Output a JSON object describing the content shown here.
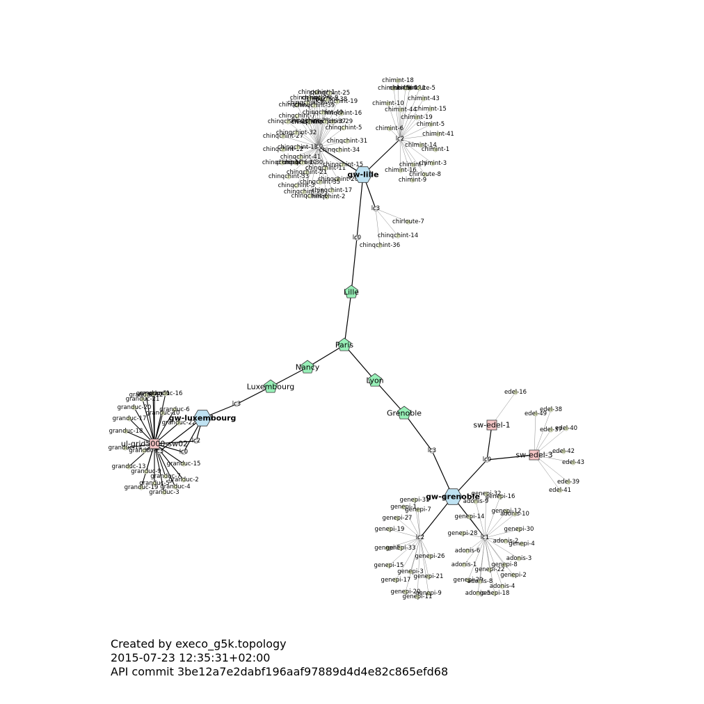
{
  "footer": {
    "line1": "Created by execo_g5k.topology",
    "line2": "2015-07-23 12:35:31+02:00",
    "line3": "API commit 3be12a7e2dabf196aaf97889d4d4e82c865efd68"
  },
  "colors": {
    "renater": "#98f0b8",
    "gateway": "#bfe2f2",
    "switch": "#f5c6c6",
    "node": "#eef6cc",
    "stroke": "#333333"
  },
  "node_types": {
    "renater": "pentagon",
    "gateway": "hexagon",
    "switch": "square",
    "linecard": "circle",
    "node": "circle"
  },
  "renater": [
    "Lille",
    "Paris",
    "Nancy",
    "Luxembourg",
    "Lyon",
    "Grenoble"
  ],
  "gateways": [
    "gw-lille",
    "gw-luxembourg",
    "gw-grenoble"
  ],
  "switches": [
    "sw-edel-1",
    "sw-edel-3",
    "ul-grid5000-sw02"
  ],
  "linecards": [
    "lc0",
    "lc2",
    "lc3",
    "lc0",
    "lc2",
    "lc3",
    "lc0",
    "lc3",
    "lc0",
    "lc1",
    "lc2",
    "lc3"
  ],
  "nodes": {
    "chinqchint": [
      "chinqchint-1",
      "chinqchint-2",
      "chinqchint-3",
      "chinqchint-4",
      "chinqchint-5",
      "chinqchint-6",
      "chinqchint-7",
      "chinqchint-8",
      "chinqchint-9",
      "chinqchint-10",
      "chinqchint-11",
      "chinqchint-12",
      "chinqchint-13",
      "chinqchint-14",
      "chinqchint-15",
      "chinqchint-16",
      "chinqchint-17",
      "chinqchint-18",
      "chinqchint-19",
      "chinqchint-20",
      "chinqchint-21",
      "chinqchint-22",
      "chinqchint-23",
      "chinqchint-24",
      "chinqchint-25",
      "chinqchint-26",
      "chinqchint-27",
      "chinqchint-28",
      "chinqchint-29",
      "chinqchint-30",
      "chinqchint-31",
      "chinqchint-32",
      "chinqchint-33",
      "chinqchint-34",
      "chinqchint-35",
      "chinqchint-36",
      "chinqchint-37",
      "chinqchint-38",
      "chinqchint-39",
      "chinqchint-40",
      "chinqchint-41"
    ],
    "chimint": [
      "chimint-1",
      "chimint-3",
      "chimint-5",
      "chimint-6",
      "chimint-7",
      "chimint-9",
      "chimint-10",
      "chimint-11",
      "chimint-14",
      "chimint-15",
      "chimint-16",
      "chimint-18",
      "chimint-19",
      "chimint-41",
      "chimint-43",
      "chimint-44",
      "chimint-45",
      "chimint-46"
    ],
    "chirloute": [
      "chirloute-5",
      "chirloute-7",
      "chirloute-8"
    ],
    "granduc": [
      "granduc-1",
      "granduc-2",
      "granduc-3",
      "granduc-4",
      "granduc-5",
      "granduc-6",
      "granduc-7",
      "granduc-8",
      "granduc-9",
      "granduc-10",
      "granduc-11",
      "granduc-12",
      "granduc-13",
      "granduc-14",
      "granduc-15",
      "granduc-16",
      "granduc-17",
      "granduc-18",
      "granduc-19",
      "granduc-20",
      "granduc-21",
      "granduc-22"
    ],
    "edel": [
      "edel-16",
      "edel-37",
      "edel-38",
      "edel-39",
      "edel-40",
      "edel-41",
      "edel-42",
      "edel-43",
      "edel-49"
    ],
    "genepi": [
      "genepi-1",
      "genepi-2",
      "genepi-3",
      "genepi-4",
      "genepi-5",
      "genepi-7",
      "genepi-8",
      "genepi-9",
      "genepi-11",
      "genepi-12",
      "genepi-14",
      "genepi-15",
      "genepi-16",
      "genepi-17",
      "genepi-18",
      "genepi-19",
      "genepi-20",
      "genepi-21",
      "genepi-22",
      "genepi-26",
      "genepi-27",
      "genepi-28",
      "genepi-29",
      "genepi-30",
      "genepi-31",
      "genepi-32",
      "genepi-33"
    ],
    "adonis": [
      "adonis-1",
      "adonis-2",
      "adonis-3",
      "adonis-4",
      "adonis-5",
      "adonis-6",
      "adonis-8",
      "adonis-9",
      "adonis-10"
    ]
  }
}
